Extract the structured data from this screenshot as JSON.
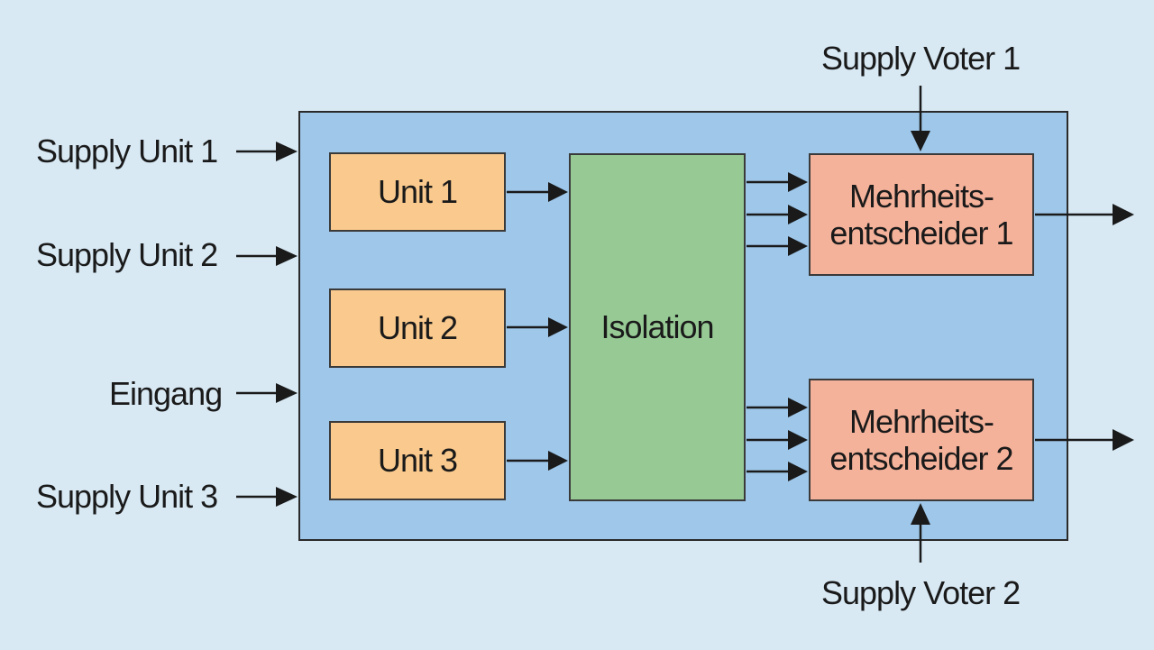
{
  "inputs": {
    "supply_unit_1": "Supply Unit 1",
    "supply_unit_2": "Supply Unit 2",
    "eingang": "Eingang",
    "supply_unit_3": "Supply Unit 3"
  },
  "units": [
    "Unit 1",
    "Unit 2",
    "Unit 3"
  ],
  "isolation": "Isolation",
  "voters": [
    {
      "line1": "Mehrheits-",
      "line2": "entscheider 1"
    },
    {
      "line1": "Mehrheits-",
      "line2": "entscheider 2"
    }
  ],
  "supply_voter_1": "Supply Voter 1",
  "supply_voter_2": "Supply Voter 2",
  "colors": {
    "background": "#d8e9f4",
    "container": "#9ec7ea",
    "unit": "#f9c98d",
    "isolation": "#96c994",
    "voter": "#f5b29b"
  }
}
